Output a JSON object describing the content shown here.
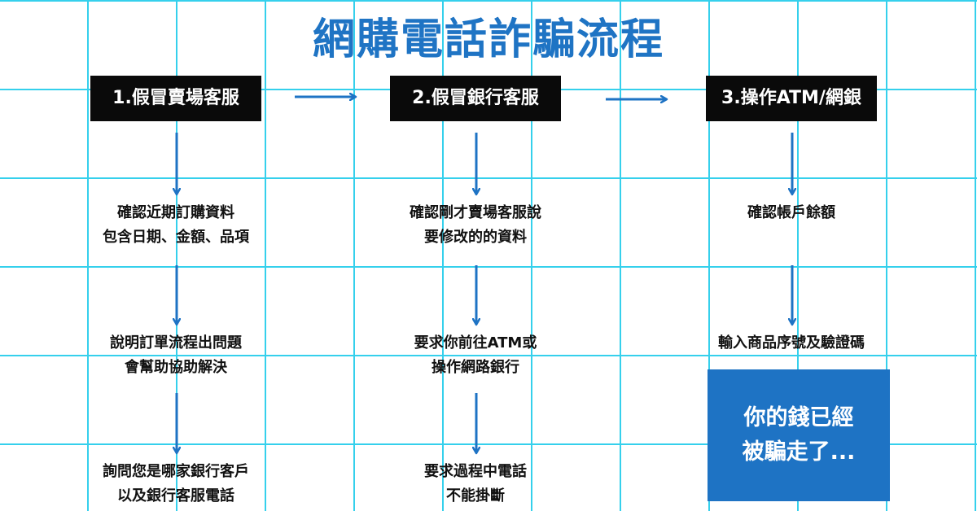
{
  "title": "網購電話詐騙流程",
  "steps": [
    {
      "label": "1.假冒賣場客服",
      "items": [
        [
          "確認近期訂購資料",
          "包含日期、金額、品項"
        ],
        [
          "說明訂單流程出問題",
          "會幫助協助解決"
        ],
        [
          "詢問您是哪家銀行客戶",
          "以及銀行客服電話"
        ]
      ]
    },
    {
      "label": "2.假冒銀行客服",
      "items": [
        [
          "確認剛才賣場客服說",
          "要修改的的資料"
        ],
        [
          "要求你前往ATM或",
          "操作網路銀行"
        ],
        [
          "要求過程中電話",
          "不能掛斷"
        ]
      ]
    },
    {
      "label": "3.操作ATM/網銀",
      "items": [
        [
          "確認帳戶餘額"
        ],
        [
          "輸入商品序號及驗證碼"
        ]
      ]
    }
  ],
  "result": [
    "你的錢已經",
    "被騙走了..."
  ],
  "colors": {
    "accent": "#1e73c4",
    "grid": "#35d0ec",
    "step_bg": "#0a0a0a"
  }
}
